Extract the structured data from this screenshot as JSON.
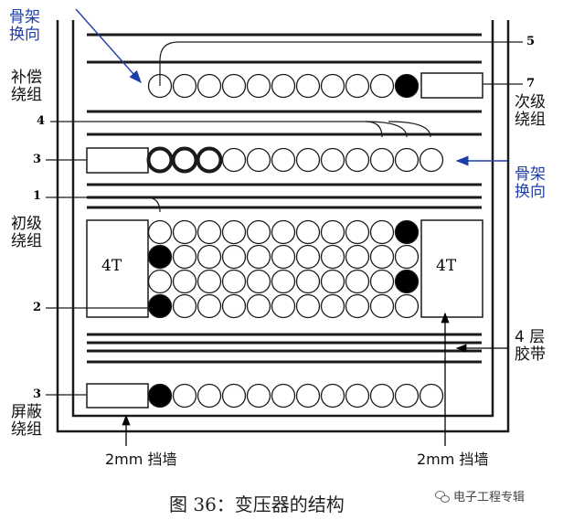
{
  "labels": {
    "bobbin_reverse_top": [
      "骨架",
      "换向"
    ],
    "comp_winding": [
      "补偿",
      "绕组"
    ],
    "secondary_winding": [
      "次级",
      "绕组"
    ],
    "bobbin_reverse_right": [
      "骨架",
      "换向"
    ],
    "primary_winding": [
      "初级",
      "绕组"
    ],
    "tape": [
      "4 层",
      "胶带"
    ],
    "shield_winding": [
      "屏蔽",
      "绕组"
    ],
    "wall_left": "2mm 挡墙",
    "wall_right": "2mm 挡墙",
    "block_left": "4T",
    "block_right": "4T"
  },
  "pins": {
    "p5": "5",
    "p7": "7",
    "p4": "4",
    "p3_top": "3",
    "p1": "1",
    "p2": "2",
    "p3_bottom": "3"
  },
  "caption": "图 36：变压器的结构",
  "watermark": "电子工程专辑",
  "colors": {
    "line": "#1a1a1a",
    "arrow_blue": "#1f3fa8",
    "wire_fill": "#ffffff",
    "wire_black": "#000000"
  },
  "winding_rows": [
    {
      "name": "compensation",
      "circles": 11,
      "black": [
        10
      ],
      "thick": []
    },
    {
      "name": "secondary",
      "circles": 12,
      "black": [],
      "thick": [
        0,
        1,
        2
      ]
    },
    {
      "name": "primary-1",
      "circles": 11,
      "black": [
        10
      ],
      "thick": []
    },
    {
      "name": "primary-2",
      "circles": 11,
      "black": [
        0
      ],
      "thick": []
    },
    {
      "name": "primary-3",
      "circles": 11,
      "black": [
        10
      ],
      "thick": []
    },
    {
      "name": "primary-4",
      "circles": 11,
      "black": [
        0
      ],
      "thick": []
    },
    {
      "name": "shield",
      "circles": 12,
      "black": [
        0
      ],
      "thick": []
    }
  ]
}
